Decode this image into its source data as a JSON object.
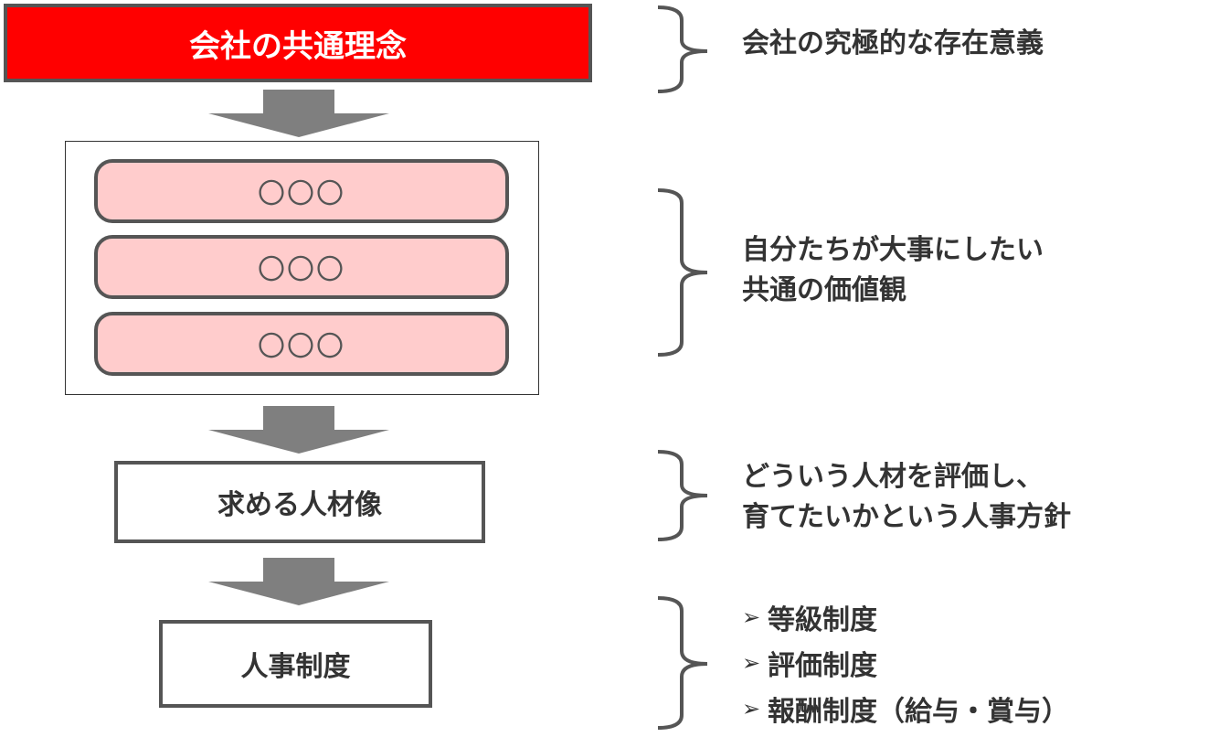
{
  "diagram": {
    "title_box": {
      "label": "会社の共通理念"
    },
    "values_group": {
      "items": [
        {
          "label": "〇〇〇"
        },
        {
          "label": "〇〇〇"
        },
        {
          "label": "〇〇〇"
        }
      ]
    },
    "people_box": {
      "label": "求める人材像"
    },
    "system_box": {
      "label": "人事制度"
    }
  },
  "annotations": {
    "philosophy": {
      "text": "会社の究極的な存在意義"
    },
    "values": {
      "line1": "自分たちが大事にしたい",
      "line2": "共通の価値観"
    },
    "people": {
      "line1": "どういう人材を評価し、",
      "line2": "育てたいかという人事方針"
    },
    "systems": {
      "bullet": "➢",
      "items": [
        {
          "label": "等級制度"
        },
        {
          "label": "評価制度"
        },
        {
          "label": "報酬制度（給与・賞与）"
        }
      ]
    }
  },
  "colors": {
    "title_fill": "#ff0000",
    "pill_fill": "#ffcccc",
    "border": "#555555",
    "arrow": "#7f7f7f",
    "text": "#333333"
  }
}
